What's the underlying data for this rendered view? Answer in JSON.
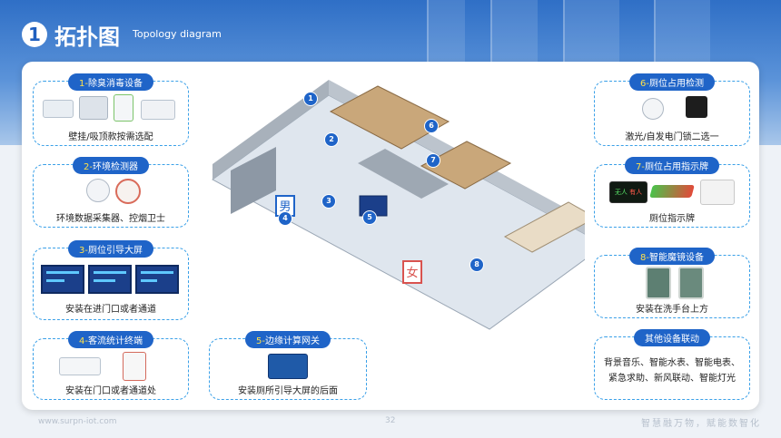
{
  "header": {
    "number": "1",
    "title": "拓扑图",
    "subtitle": "Topology diagram"
  },
  "sections": {
    "deodorize": {
      "num": "1-",
      "label": "除臭消毒设备",
      "caption": "壁挂/吸顶款按需选配"
    },
    "env": {
      "num": "2-",
      "label": "环境检测器",
      "caption": "环境数据采集器、控烟卫士"
    },
    "guide": {
      "num": "3-",
      "label": "厕位引导大屏",
      "caption": "安装在进门口或者通道"
    },
    "counter": {
      "num": "4-",
      "label": "客流统计终端",
      "caption": "安装在门口或者通道处"
    },
    "gateway": {
      "num": "5-",
      "label": "边缘计算网关",
      "caption": "安装厕所引导大屏的后面"
    },
    "occupancy": {
      "num": "6-",
      "label": "厕位占用检测",
      "caption": "激光/自发电门锁二选一"
    },
    "indicator": {
      "num": "7-",
      "label": "厕位占用指示牌",
      "caption": "厕位指示牌"
    },
    "mirror": {
      "num": "8-",
      "label": "智能魔镜设备",
      "caption": "安装在洗手台上方"
    },
    "other": {
      "label": "其他设备联动",
      "caption": "背景音乐、智能水表、智能电表、紧急求助、新风联动、智能灯光"
    }
  },
  "floorplan": {
    "signs": {
      "male": "男",
      "female": "女"
    },
    "markers": [
      "1",
      "2",
      "3",
      "4",
      "5",
      "6",
      "7",
      "8"
    ]
  },
  "indicator_sign": {
    "text1": "无人",
    "text2": "有人"
  },
  "footer": {
    "url": "www.surpn-iot.com",
    "page": "32",
    "slogan": "智慧融万物，赋能数智化"
  },
  "colors": {
    "accent": "#1f64c8",
    "dashed": "#3aa0e8",
    "highlight": "#ffe14a"
  }
}
